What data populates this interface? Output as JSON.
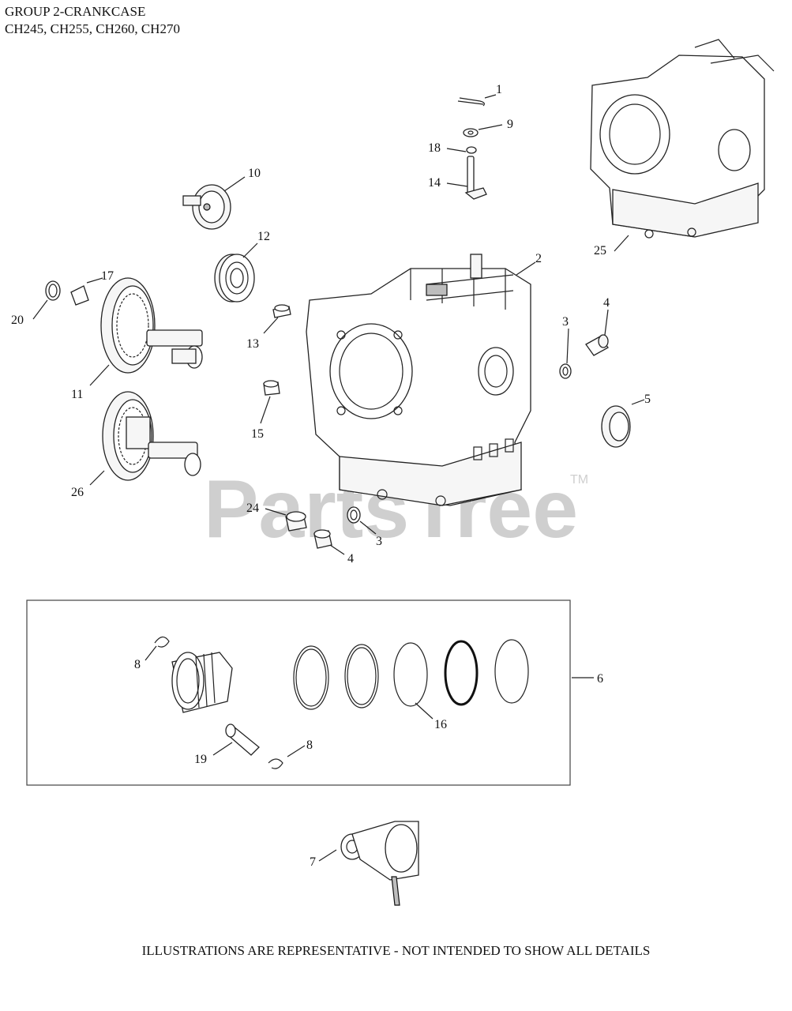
{
  "header": {
    "group_title": "GROUP 2-CRANKCASE",
    "models": "CH245, CH255, CH260, CH270"
  },
  "watermark": {
    "text": "PartsTree",
    "tm": "TM"
  },
  "footer": {
    "note": "ILLUSTRATIONS ARE REPRESENTATIVE - NOT INTENDED TO SHOW ALL DETAILS"
  },
  "callouts": [
    "1",
    "9",
    "18",
    "14",
    "10",
    "12",
    "2",
    "25",
    "17",
    "20",
    "11",
    "13",
    "3",
    "4",
    "5",
    "15",
    "26",
    "24",
    "3",
    "4",
    "8",
    "6",
    "16",
    "19",
    "8",
    "7"
  ]
}
